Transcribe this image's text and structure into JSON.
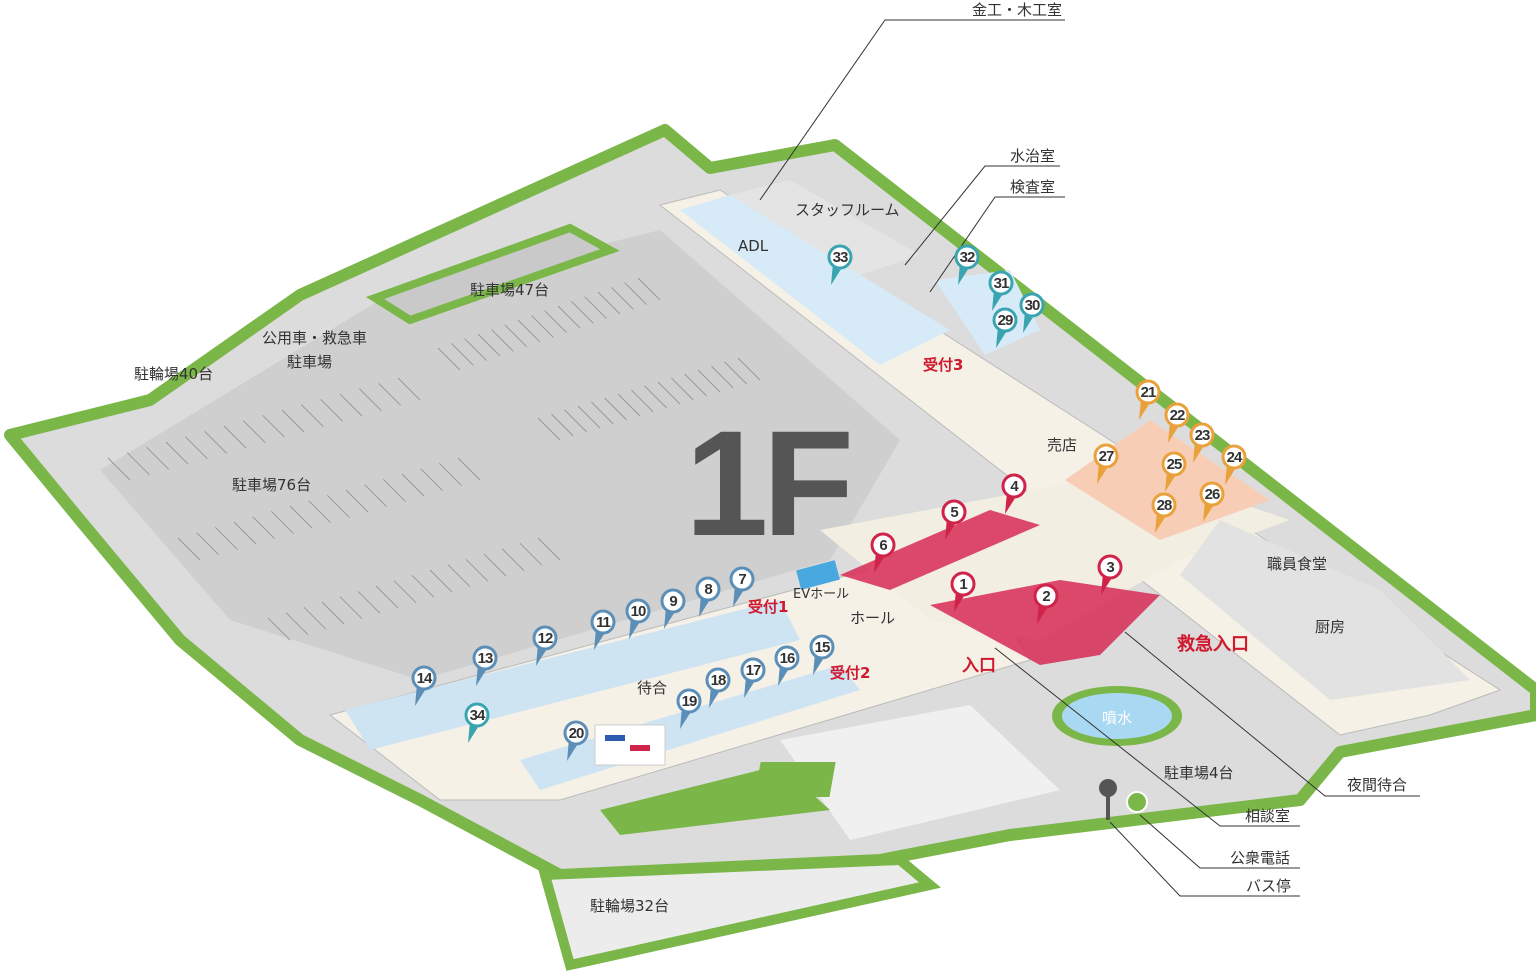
{
  "floor": "1F",
  "colors": {
    "green": "#7ab648",
    "ground": "#d8d8d8",
    "red_zone": "#d62a55",
    "blue_zone": "#cfe4f3",
    "orange_zone": "#f6c2a6",
    "pin_red": "#d0234a",
    "pin_blue": "#5b8fb8",
    "pin_teal": "#3aa5b0",
    "pin_orange": "#e9a23b"
  },
  "areas": {
    "metal_wood_room": "金工・木工室",
    "hydro_room": "水治室",
    "exam_room": "検査室",
    "staff_room": "スタッフルーム",
    "adl": "ADL",
    "reception3": "受付3",
    "shop": "売店",
    "parking47": "駐車場47台",
    "official_parking_1": "公用車・救急車",
    "official_parking_2": "駐車場",
    "bike40": "駐輪場40台",
    "parking76": "駐車場76台",
    "ev_hall": "EVホール",
    "hall": "ホール",
    "reception1": "受付1",
    "reception2": "受付2",
    "waiting": "待合",
    "entrance": "入口",
    "emergency_entrance": "救急入口",
    "staff_cafeteria": "職員食堂",
    "kitchen": "厨房",
    "fountain": "噴水",
    "parking4": "駐車場4台",
    "night_waiting": "夜間待合",
    "consult_room": "相談室",
    "public_phone": "公衆電話",
    "bus_stop": "バス停",
    "bike32": "駐輪場32台"
  },
  "pins": [
    {
      "n": "1",
      "c": "red"
    },
    {
      "n": "2",
      "c": "red"
    },
    {
      "n": "3",
      "c": "red"
    },
    {
      "n": "4",
      "c": "red"
    },
    {
      "n": "5",
      "c": "red"
    },
    {
      "n": "6",
      "c": "red"
    },
    {
      "n": "7",
      "c": "blue"
    },
    {
      "n": "8",
      "c": "blue"
    },
    {
      "n": "9",
      "c": "blue"
    },
    {
      "n": "10",
      "c": "blue"
    },
    {
      "n": "11",
      "c": "blue"
    },
    {
      "n": "12",
      "c": "blue"
    },
    {
      "n": "13",
      "c": "blue"
    },
    {
      "n": "14",
      "c": "blue"
    },
    {
      "n": "15",
      "c": "blue"
    },
    {
      "n": "16",
      "c": "blue"
    },
    {
      "n": "17",
      "c": "blue"
    },
    {
      "n": "18",
      "c": "blue"
    },
    {
      "n": "19",
      "c": "blue"
    },
    {
      "n": "20",
      "c": "blue"
    },
    {
      "n": "21",
      "c": "orange"
    },
    {
      "n": "22",
      "c": "orange"
    },
    {
      "n": "23",
      "c": "orange"
    },
    {
      "n": "24",
      "c": "orange"
    },
    {
      "n": "25",
      "c": "orange"
    },
    {
      "n": "26",
      "c": "orange"
    },
    {
      "n": "27",
      "c": "orange"
    },
    {
      "n": "28",
      "c": "orange"
    },
    {
      "n": "29",
      "c": "teal"
    },
    {
      "n": "30",
      "c": "teal"
    },
    {
      "n": "31",
      "c": "teal"
    },
    {
      "n": "32",
      "c": "teal"
    },
    {
      "n": "33",
      "c": "teal"
    },
    {
      "n": "34",
      "c": "teal"
    }
  ]
}
